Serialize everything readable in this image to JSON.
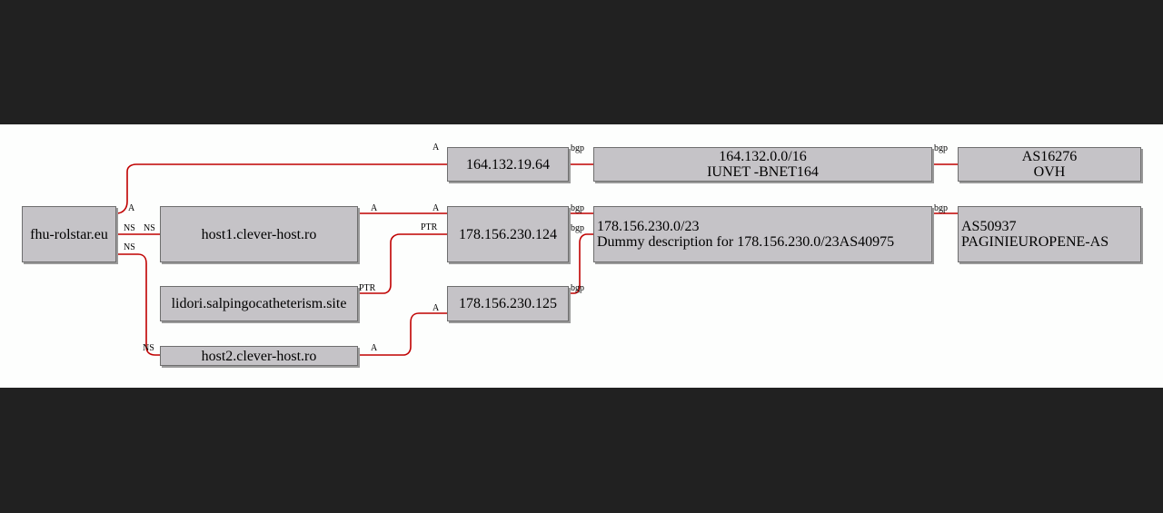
{
  "nodes": {
    "domain": "fhu-rolstar.eu",
    "host1": "host1.clever-host.ro",
    "lidori": "lidori.salpingocatheterism.site",
    "host2": "host2.clever-host.ro",
    "ip_19_64": "164.132.19.64",
    "ip_230_124": "178.156.230.124",
    "ip_230_125": "178.156.230.125",
    "net_164": {
      "line1": "164.132.0.0/16",
      "line2": "IUNET -BNET164"
    },
    "net_178": {
      "line1": "178.156.230.0/23",
      "line2": "Dummy description for 178.156.230.0/23AS40975"
    },
    "as_16276": {
      "line1": "AS16276",
      "line2": "OVH"
    },
    "as_50937": {
      "line1": "AS50937",
      "line2": "PAGINIEUROPENE-AS"
    }
  },
  "edge_labels": {
    "a": "A",
    "ns": "NS",
    "ptr": "PTR",
    "bgp": "bgp"
  },
  "colors": {
    "edge": "#c00000",
    "node_fill": "#c5c3c7",
    "background": "#fdfefd",
    "frame": "#212121"
  }
}
